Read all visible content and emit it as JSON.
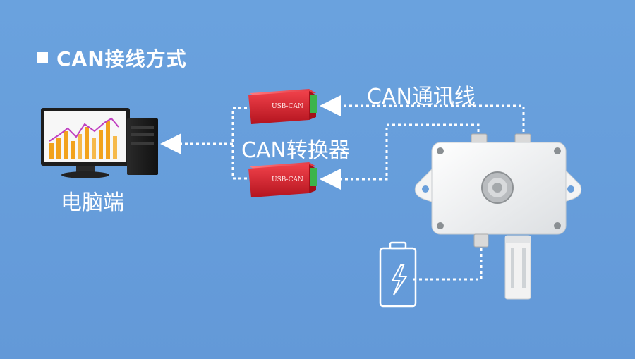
{
  "diagram": {
    "title": "CAN接线方式",
    "pc_label": "电脑端",
    "converter_label": "CAN转换器",
    "cable_label": "CAN通讯线",
    "device_text": "USB-CAN"
  },
  "colors": {
    "background": "#6a9fdb",
    "converter_red": "#d8232e",
    "line_white": "#ffffff",
    "bar_orange": "#f2a21c",
    "chart_line": "#c040c0"
  }
}
